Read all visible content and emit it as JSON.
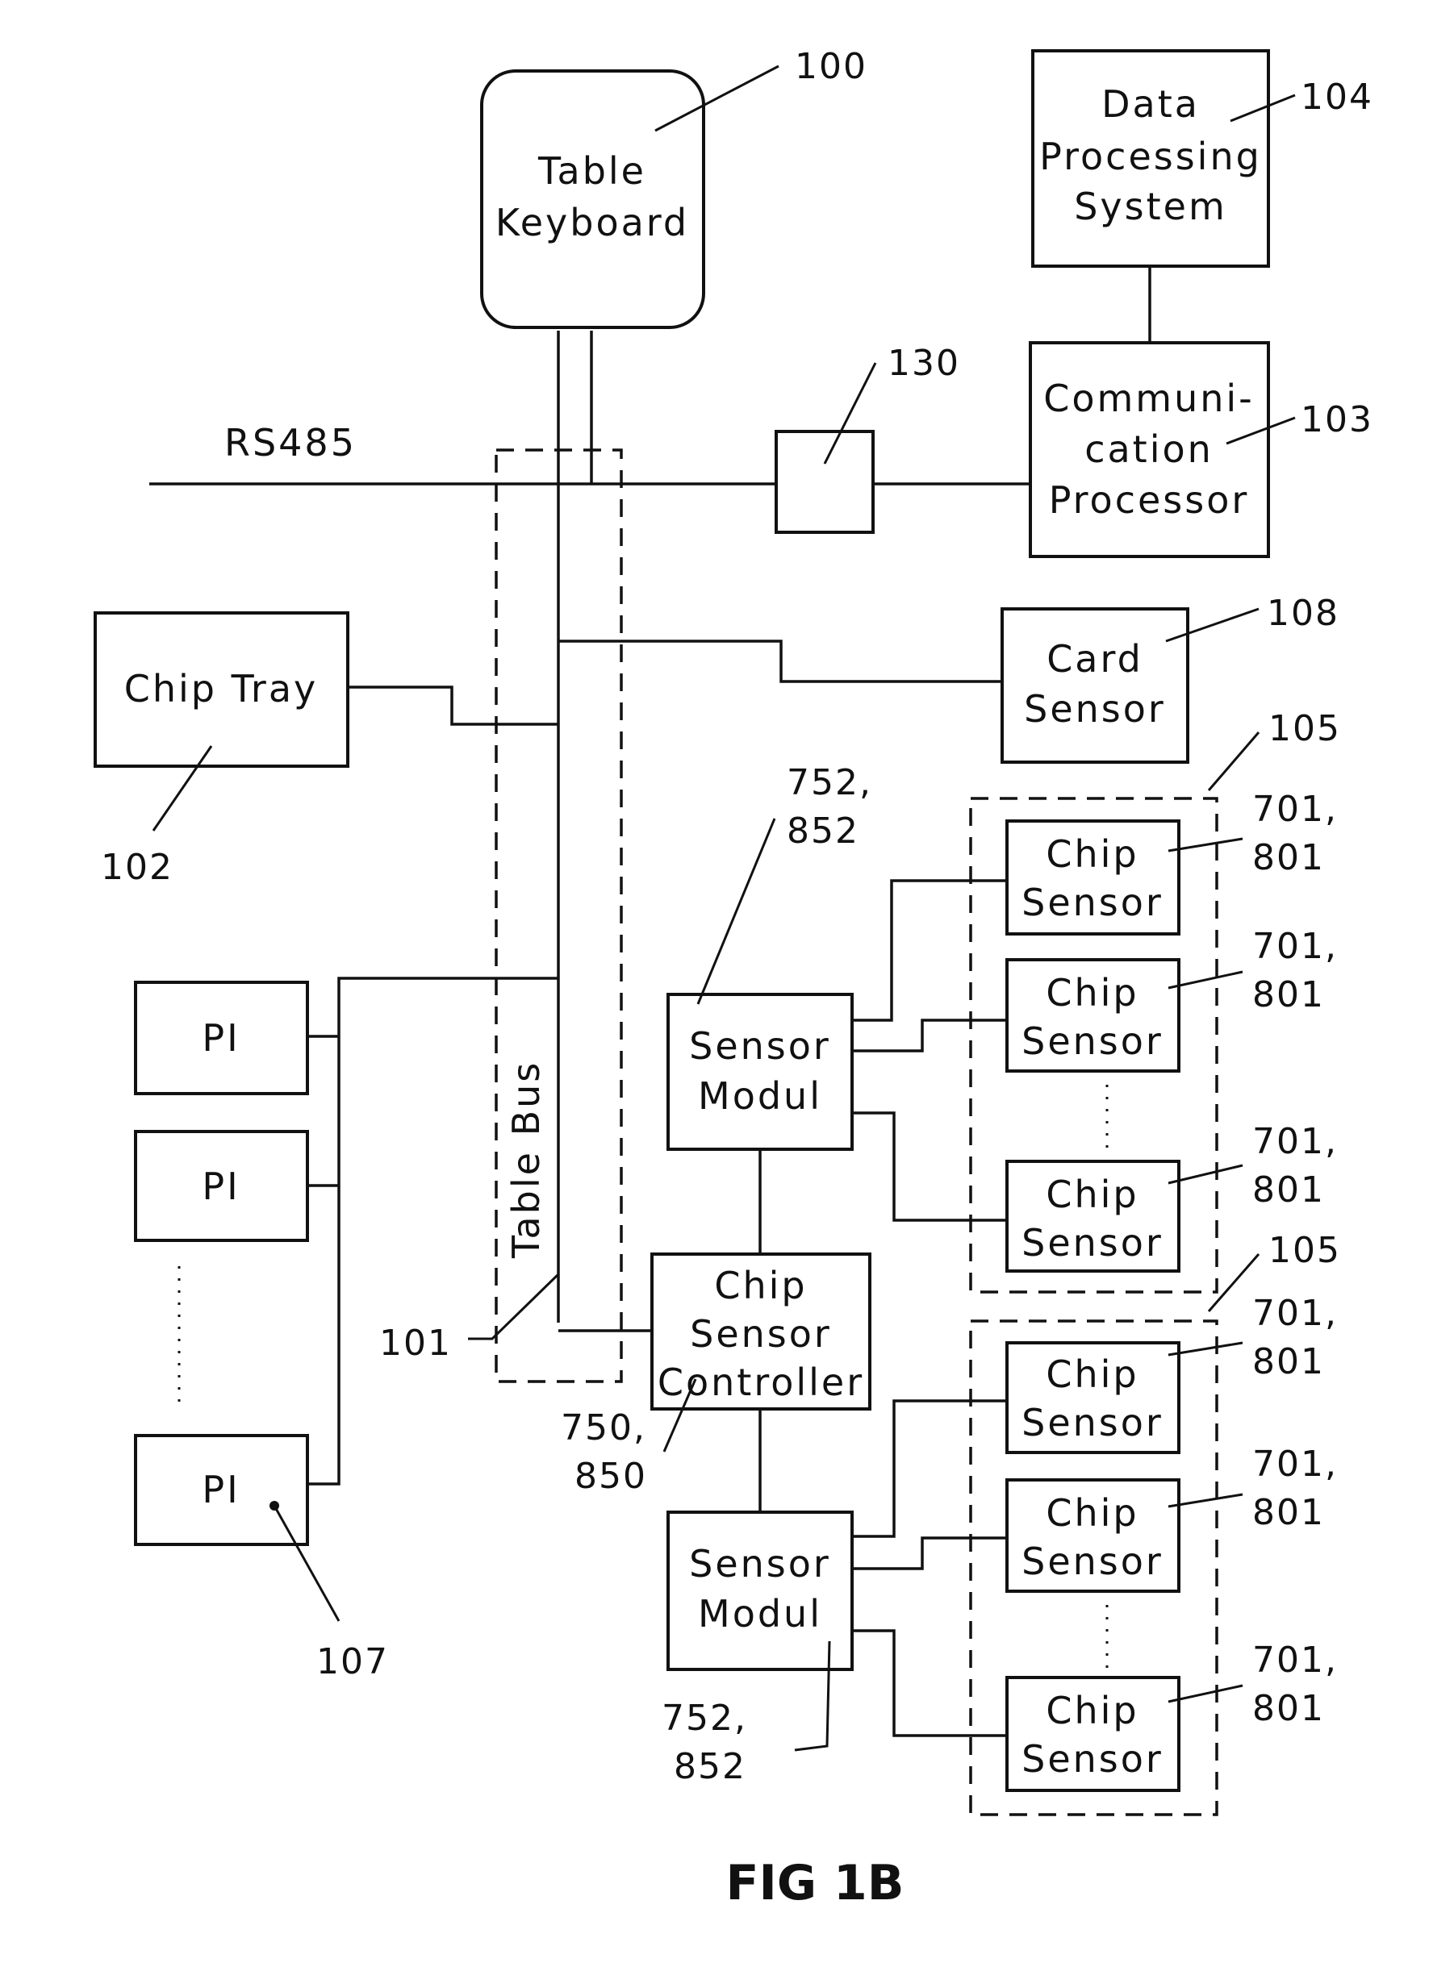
{
  "blocks": {
    "table_keyboard": [
      "Table",
      "Keyboard"
    ],
    "data_processing": [
      "Data",
      "Processing",
      "System"
    ],
    "comm_processor": [
      "Communi-",
      "cation",
      "Processor"
    ],
    "chip_tray": "Chip Tray",
    "card_sensor": [
      "Card",
      "Sensor"
    ],
    "pi": "PI",
    "sensor_modul": [
      "Sensor",
      "Modul"
    ],
    "chip_sensor_controller": [
      "Chip",
      "Sensor",
      "Controller"
    ],
    "chip_sensor": [
      "Chip",
      "Sensor"
    ]
  },
  "labels": {
    "rs485": "RS485",
    "table_bus": "Table Bus"
  },
  "refs": {
    "r100": "100",
    "r104": "104",
    "r130": "130",
    "r103": "103",
    "r108": "108",
    "r102": "102",
    "r105": "105",
    "r701": [
      "701,",
      "801"
    ],
    "r752": [
      "752,",
      "852"
    ],
    "r750": [
      "750,",
      "850"
    ],
    "r101": "101",
    "r107": "107"
  },
  "figure": "FIG 1B"
}
